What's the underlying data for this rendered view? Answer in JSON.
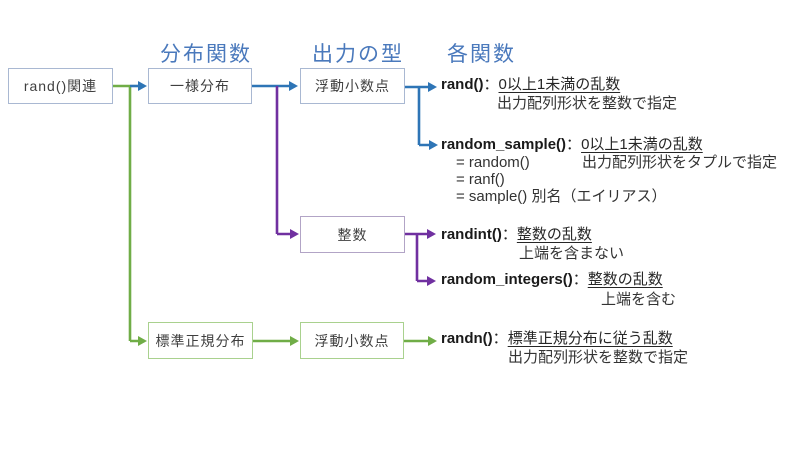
{
  "headers": {
    "distribution": "分布関数",
    "output_type": "出力の型",
    "functions": "各関数"
  },
  "boxes": {
    "root": "rand()関連",
    "uniform": "一様分布",
    "float_top": "浮動小数点",
    "integer": "整数",
    "std_normal": "標準正規分布",
    "float_bottom": "浮動小数点"
  },
  "functions": [
    {
      "name": "rand()",
      "colon": "：",
      "summary": "0以上1未満の乱数",
      "note": "出力配列形状を整数で指定"
    },
    {
      "name": "random_sample()",
      "colon": "：",
      "summary": "0以上1未満の乱数",
      "note": "出力配列形状をタプルで指定",
      "alias1": "= random()",
      "alias2": "= ranf()",
      "alias3": "= sample() 別名（エイリアス）"
    },
    {
      "name": "randint()",
      "colon": "：",
      "summary": "整数の乱数",
      "note": "上端を含まない"
    },
    {
      "name": "random_integers()",
      "colon": "：",
      "summary": "整数の乱数",
      "note": "上端を含む"
    },
    {
      "name": "randn()",
      "colon": "：",
      "summary": "標準正規分布に従う乱数",
      "note": "出力配列形状を整数で指定"
    }
  ],
  "colors": {
    "header_text": "#4a79bc",
    "connector_green": "#70AD47",
    "connector_blue": "#2E75B6",
    "connector_purple": "#7030A0",
    "box_border_blue": "#a9b8d2",
    "box_border_purple": "#b2a4c6",
    "box_border_green": "#a9d18e",
    "box_text": "#3f3f3f"
  }
}
